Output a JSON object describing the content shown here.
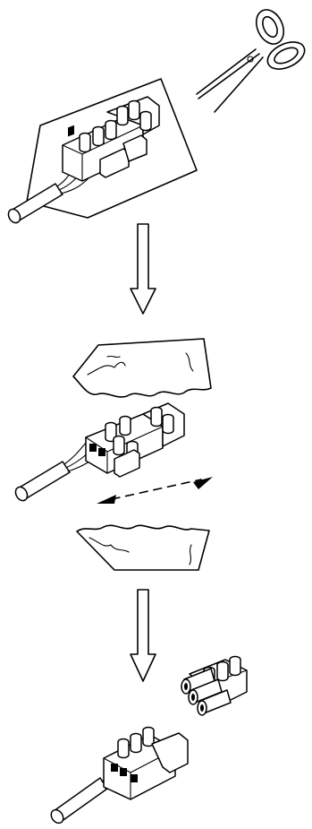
{
  "diagram": {
    "steps": [
      {
        "id": "step-1",
        "description_icon": "connector-in-wrapper-with-scissors-icon"
      },
      {
        "id": "step-2",
        "description_icon": "connector-between-torn-wrapper-icon"
      },
      {
        "id": "step-3",
        "description_icon": "connector-and-plug-separated-icon"
      }
    ],
    "colors": {
      "line": "#000000",
      "background": "#ffffff"
    }
  }
}
